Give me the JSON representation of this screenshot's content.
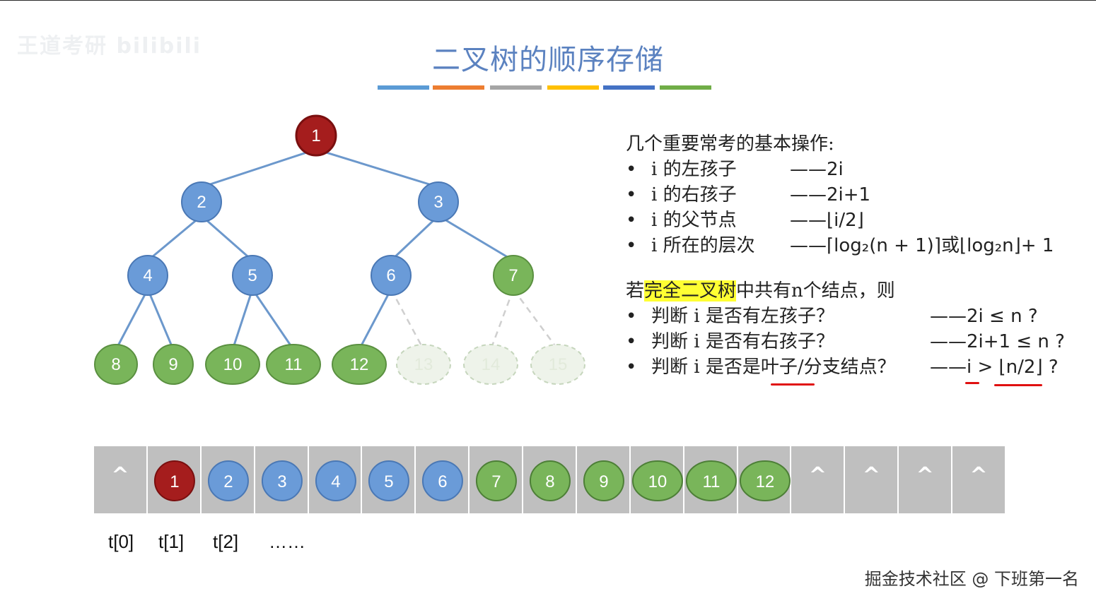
{
  "watermark": "王道考研 bilibili",
  "title": "二叉树的顺序存储",
  "color_bars": [
    "#5b9bd5",
    "#ed7d31",
    "#a5a5a5",
    "#ffc000",
    "#4472c4",
    "#70ad47"
  ],
  "colors": {
    "red_node": "#a51d1d",
    "blue_node": "#6a9bd8",
    "green_node": "#79b55a",
    "ghost_node": "#eef3ea",
    "edge": "#6c98cc"
  },
  "tree": {
    "nodes": [
      {
        "label": "1",
        "color": "red"
      },
      {
        "label": "2",
        "color": "blue"
      },
      {
        "label": "3",
        "color": "blue"
      },
      {
        "label": "4",
        "color": "blue"
      },
      {
        "label": "5",
        "color": "blue"
      },
      {
        "label": "6",
        "color": "blue"
      },
      {
        "label": "7",
        "color": "green"
      },
      {
        "label": "8",
        "color": "green"
      },
      {
        "label": "9",
        "color": "green"
      },
      {
        "label": "10",
        "color": "green"
      },
      {
        "label": "11",
        "color": "green"
      },
      {
        "label": "12",
        "color": "green"
      },
      {
        "label": "13",
        "color": "ghost"
      },
      {
        "label": "14",
        "color": "ghost"
      },
      {
        "label": "15",
        "color": "ghost"
      }
    ]
  },
  "ops": {
    "heading": "几个重要常考的基本操作:",
    "items": [
      {
        "bullet": "•",
        "label": "i 的左孩子",
        "value": "——2i"
      },
      {
        "bullet": "•",
        "label": "i 的右孩子",
        "value": "——2i+1"
      },
      {
        "bullet": "•",
        "label": "i 的父节点",
        "value": "——⌊i/2⌋"
      },
      {
        "bullet": "•",
        "label": "i 所在的层次",
        "value": "——⌈log₂(n + 1)⌉或⌊log₂n⌋+ 1"
      }
    ]
  },
  "complete": {
    "heading_pre": "若",
    "heading_hl": "完全二叉树",
    "heading_post": "中共有n个结点，则",
    "items": [
      {
        "bullet": "•",
        "label": "判断 i 是否有左孩子？",
        "value": "——2i ≤ n ?"
      },
      {
        "bullet": "•",
        "label": "判断 i 是否有右孩子？",
        "value": "——2i+1 ≤ n ?"
      },
      {
        "bullet": "•",
        "label": "判断 i 是否是叶子/分支结点？",
        "value": "——i > ⌊n/2⌋ ?"
      }
    ]
  },
  "array": {
    "cells": [
      {
        "kind": "empty",
        "label": "^"
      },
      {
        "kind": "node",
        "label": "1",
        "color": "red"
      },
      {
        "kind": "node",
        "label": "2",
        "color": "blue"
      },
      {
        "kind": "node",
        "label": "3",
        "color": "blue"
      },
      {
        "kind": "node",
        "label": "4",
        "color": "blue"
      },
      {
        "kind": "node",
        "label": "5",
        "color": "blue"
      },
      {
        "kind": "node",
        "label": "6",
        "color": "blue"
      },
      {
        "kind": "node",
        "label": "7",
        "color": "green"
      },
      {
        "kind": "node",
        "label": "8",
        "color": "green"
      },
      {
        "kind": "node",
        "label": "9",
        "color": "green"
      },
      {
        "kind": "node",
        "label": "10",
        "color": "green"
      },
      {
        "kind": "node",
        "label": "11",
        "color": "green"
      },
      {
        "kind": "node",
        "label": "12",
        "color": "green"
      },
      {
        "kind": "empty",
        "label": "^"
      },
      {
        "kind": "empty",
        "label": "^"
      },
      {
        "kind": "empty",
        "label": "^"
      },
      {
        "kind": "empty",
        "label": "^"
      }
    ],
    "index_labels": [
      "t[0]",
      "t[1]",
      "t[2]",
      "……"
    ]
  },
  "credit": "掘金技术社区 @ 下班第一名"
}
